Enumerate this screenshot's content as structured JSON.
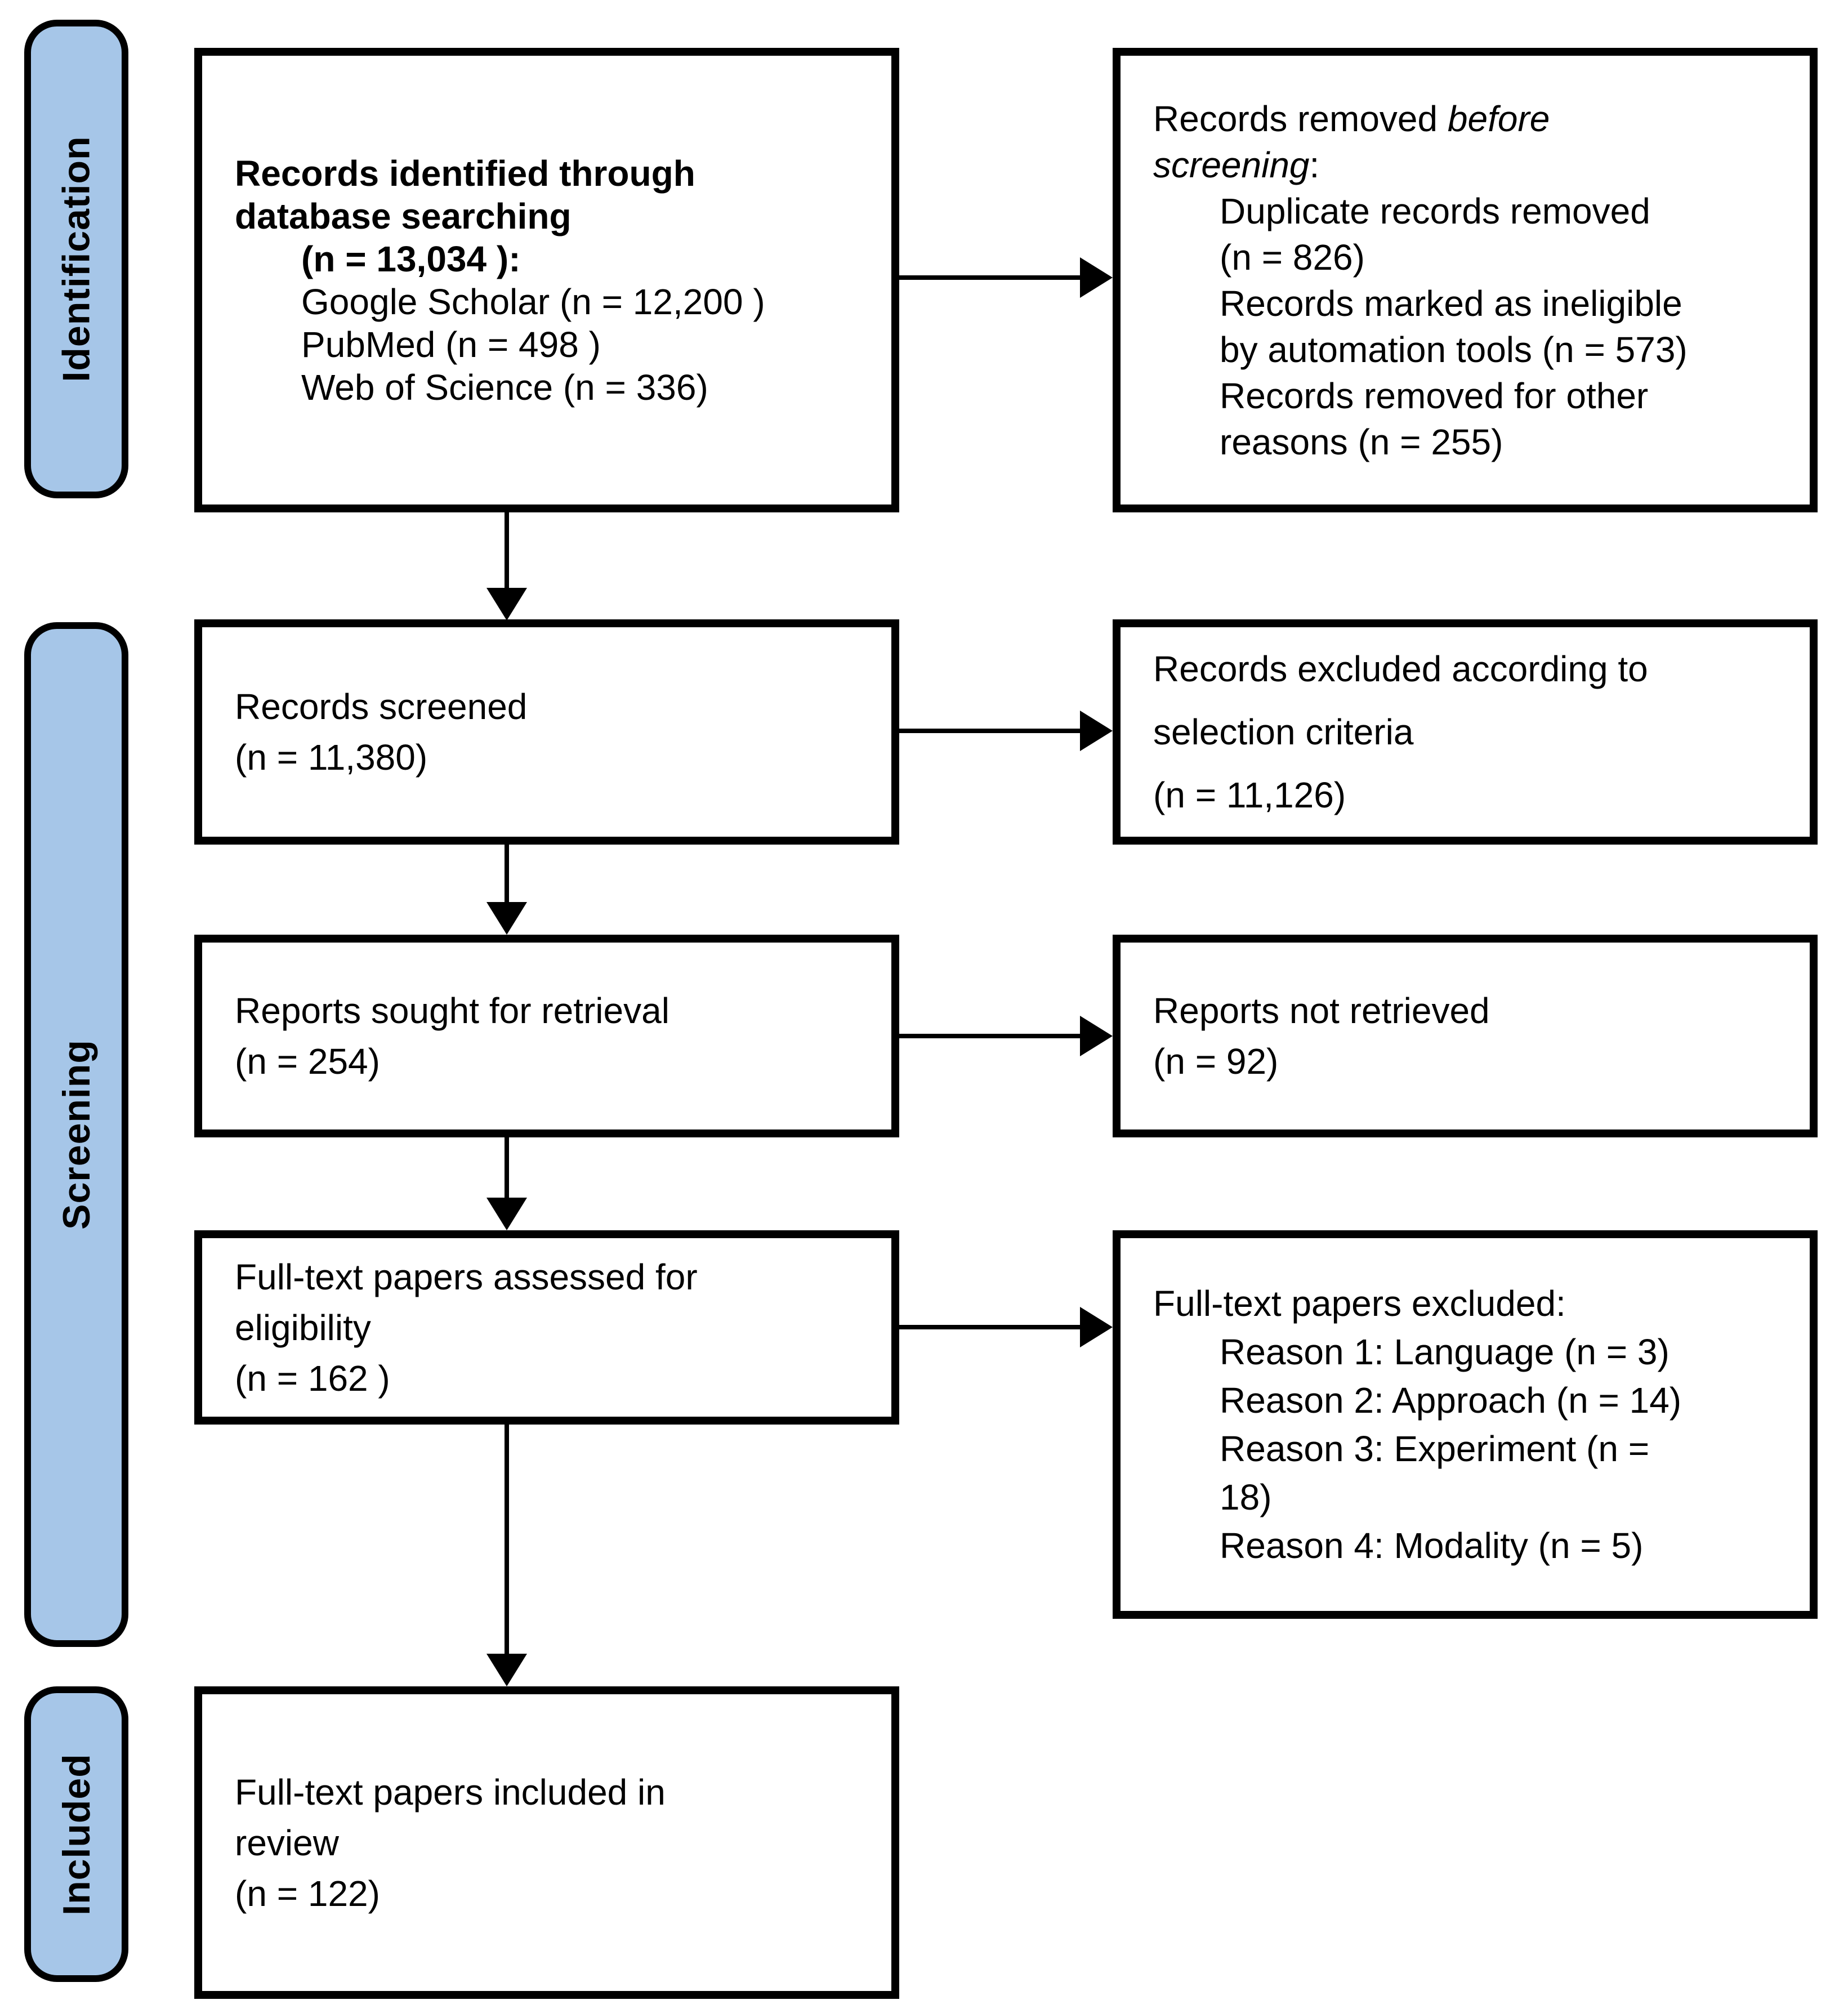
{
  "stages": {
    "identification": "Identification",
    "screening": "Screening",
    "included": "Included"
  },
  "boxes": {
    "identified": {
      "bold_lines": [
        "Records identified through",
        "database searching",
        "(n = 13,034 ):"
      ],
      "sources": [
        "Google Scholar (n = 12,200 )",
        "PubMed (n = 498 )",
        "Web of Science (n = 336)"
      ]
    },
    "removed_before_screening": {
      "line1_regular": "Records removed ",
      "line1_italic": "before",
      "line2_italic": "screening",
      "line2_regular": ":",
      "item_lines": [
        "Duplicate records removed",
        "(n = 826)",
        "Records marked as ineligible",
        "by automation tools (n = 573)",
        "Records removed for other",
        "reasons (n = 255)"
      ]
    },
    "records_screened": {
      "lines": [
        "Records screened",
        "(n = 11,380)"
      ]
    },
    "records_excluded": {
      "lines": [
        "Records excluded according to",
        "selection criteria",
        "(n = 11,126)"
      ]
    },
    "reports_sought": {
      "lines": [
        "Reports sought for retrieval",
        "(n = 254)"
      ]
    },
    "reports_not_retrieved": {
      "lines": [
        "Reports not retrieved",
        "(n = 92)"
      ]
    },
    "fulltext_assessed": {
      "lines": [
        "Full-text papers assessed for",
        "eligibility",
        "(n = 162 )"
      ]
    },
    "fulltext_excluded": {
      "title": "Full-text papers excluded:",
      "reason_lines": [
        "Reason 1: Language (n = 3)",
        "Reason 2: Approach (n = 14)",
        "Reason 3: Experiment (n =",
        "18)",
        "Reason 4: Modality (n = 5)"
      ]
    },
    "fulltext_included": {
      "lines": [
        "Full-text papers included in",
        "review",
        "(n = 122)"
      ]
    }
  },
  "colors": {
    "stage_fill": "#A6C6E8",
    "box_border": "#000000",
    "background": "#FFFFFF"
  }
}
